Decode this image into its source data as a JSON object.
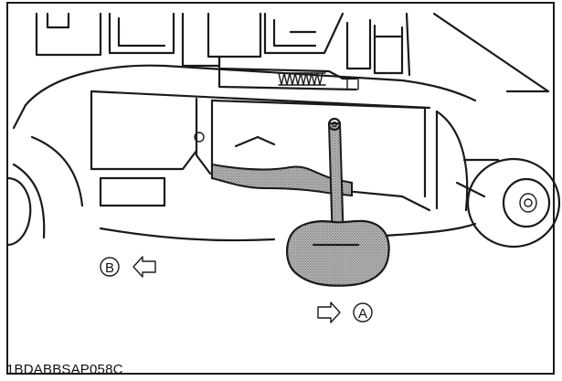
{
  "figure_code": "1BDABBSAP058C",
  "labels": {
    "a": "A",
    "b": "B"
  },
  "colors": {
    "ink": "#1a1a1a",
    "stipple": "#8a8a8a",
    "background": "#ffffff"
  }
}
